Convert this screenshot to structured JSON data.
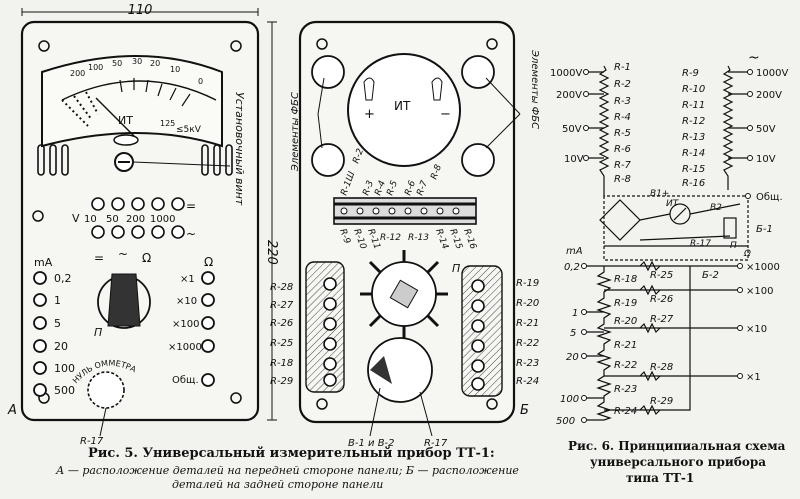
{
  "fig5": {
    "dim_width": "110",
    "dim_height": "220",
    "ustanov_label": "Установочный винт",
    "fbs_left": "Элементы ФБС",
    "fbs_right": "Элементы ФБС",
    "letter_a": "А",
    "letter_b": "Б",
    "scale_marks": [
      "200",
      "100",
      "50",
      "30",
      "20",
      "10",
      "0"
    ],
    "meter_it": "ИТ",
    "meter_kv": "≤5кV",
    "meter_125": "125",
    "v_label": "V",
    "v_values": [
      "10",
      "50",
      "200",
      "1000"
    ],
    "eq_sign": "=",
    "tilde_sign": "~",
    "switch_symbols": [
      "=",
      "~",
      "Ω"
    ],
    "switch_letter": "П",
    "ma_label": "mA",
    "ma_values": [
      "0,2",
      "1",
      "5",
      "20",
      "100",
      "500"
    ],
    "ohm_label": "Ω",
    "ohm_values": [
      "×1",
      "×10",
      "×100",
      "×1000",
      "Общ."
    ],
    "null_label": "НУЛЬ ОММЕТРА",
    "r17_front": "R-17",
    "rear_it": "ИТ",
    "rear_plus": "+",
    "rear_minus": "−",
    "rear_top_resistors": [
      "R-1Ш",
      "R-2",
      "R-3",
      "R-4",
      "R-5",
      "R-6",
      "R-7",
      "R-8"
    ],
    "rear_mid_resistors": [
      "R-9",
      "R-10",
      "R-11",
      "R-12",
      "R-13",
      "R-14",
      "R-15",
      "R-16"
    ],
    "rear_left": [
      "R-28",
      "R-27",
      "R-26",
      "R-25",
      "R-18",
      "R-29"
    ],
    "rear_right": [
      "R-19",
      "R-20",
      "R-21",
      "R-22",
      "R-23",
      "R-24"
    ],
    "rear_switch": "П",
    "rear_bottom_left": "В-1 и В-2",
    "rear_bottom_right": "R-17",
    "caption_title": "Рис. 5. Универсальный измерительный прибор ТТ-1:",
    "caption_line2": "А — расположение деталей на передней стороне панели;  Б — расположение",
    "caption_line3": "деталей на задней стороне панели"
  },
  "fig6": {
    "dc_volts": [
      "1000V",
      "200V",
      "50V",
      "10V"
    ],
    "dc_resistors": [
      "R-1",
      "R-2",
      "R-3",
      "R-4",
      "R-5",
      "R-6",
      "R-7",
      "R-8"
    ],
    "ac_resistors": [
      "R-9",
      "R-10",
      "R-11",
      "R-12",
      "R-13",
      "R-14",
      "R-15",
      "R-16"
    ],
    "ac_volts": [
      "1000V",
      "200V",
      "50V",
      "10V"
    ],
    "ac_tilde": "~",
    "b1": "В1+",
    "b2": "В2",
    "it": "ИТ",
    "obsh": "Общ.",
    "b1_minus": "Б-1",
    "b2_label": "Б-2",
    "r17": "R-17",
    "p_label": "П",
    "ohm_sym": "Ω",
    "ma_label": "mA",
    "ma_values": [
      "0,2",
      "1",
      "5",
      "20",
      "100",
      "500"
    ],
    "chain": [
      "R-18",
      "R-19",
      "R-20",
      "R-21",
      "R-22",
      "R-23",
      "R-24"
    ],
    "shunts": [
      "R-25",
      "R-26",
      "R-27",
      "R-28",
      "R-29"
    ],
    "ohm_mult": [
      "×1000",
      "×100",
      "×10",
      "×1"
    ],
    "caption_line1": "Рис. 6. Принципиальная схема",
    "caption_line2": "универсального прибора",
    "caption_line3": "типа ТТ-1"
  }
}
